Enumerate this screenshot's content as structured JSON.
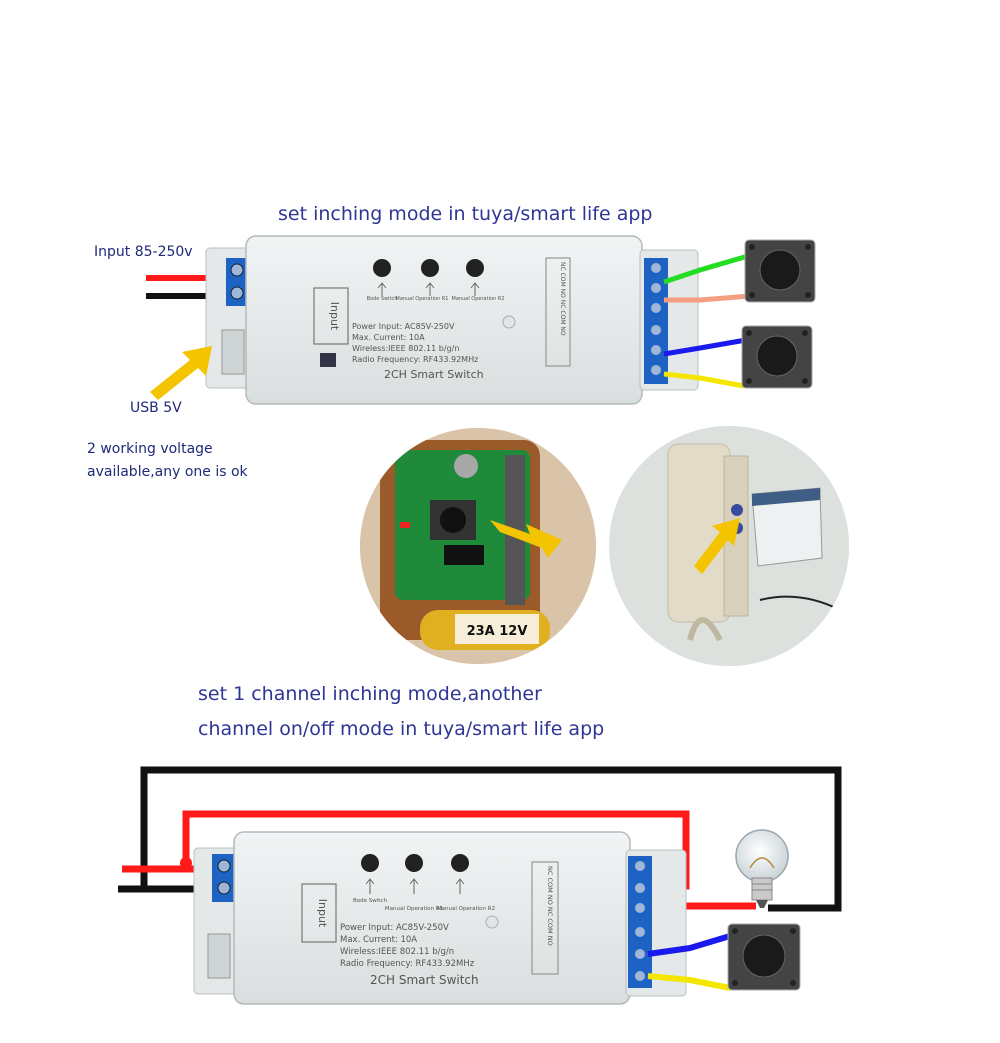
{
  "captions": {
    "top_title": "set inching mode in tuya/smart life app",
    "input_label": "Input 85-250v",
    "usb_label": "USB 5V",
    "voltage_line1": "2 working voltage",
    "voltage_line2": "available,any one is ok",
    "bottom_line1": "set 1 channel inching mode,another",
    "bottom_line2": "channel on/off mode in tuya/smart life app"
  },
  "device": {
    "name": "2CH Smart Switch",
    "input_tag": "Input",
    "spec_power": "Power Input:  AC85V-250V",
    "spec_current": "Max. Current:  10A",
    "spec_wireless": "Wireless:IEEE 802.11 b/g/n",
    "spec_radio": "Radio Frequency:  RF433.92MHz",
    "button_labels": [
      "Bode Switch",
      "Manual Operation R1",
      "Manual Operation R2"
    ],
    "terminal_labels": [
      "NC",
      "COM",
      "NO",
      "NC",
      "COM",
      "NO"
    ]
  },
  "photo": {
    "battery_label": "23A 12V"
  },
  "colors": {
    "caption": "#2f3595",
    "arrow": "#f5c400",
    "terminal": "#1e63c4",
    "wire_red": "#ff1a1a",
    "wire_black": "#111111",
    "wire_green": "#22dd22",
    "wire_salmon": "#f4a080",
    "wire_blue": "#1a1aee",
    "wire_yellow": "#f5e600"
  }
}
